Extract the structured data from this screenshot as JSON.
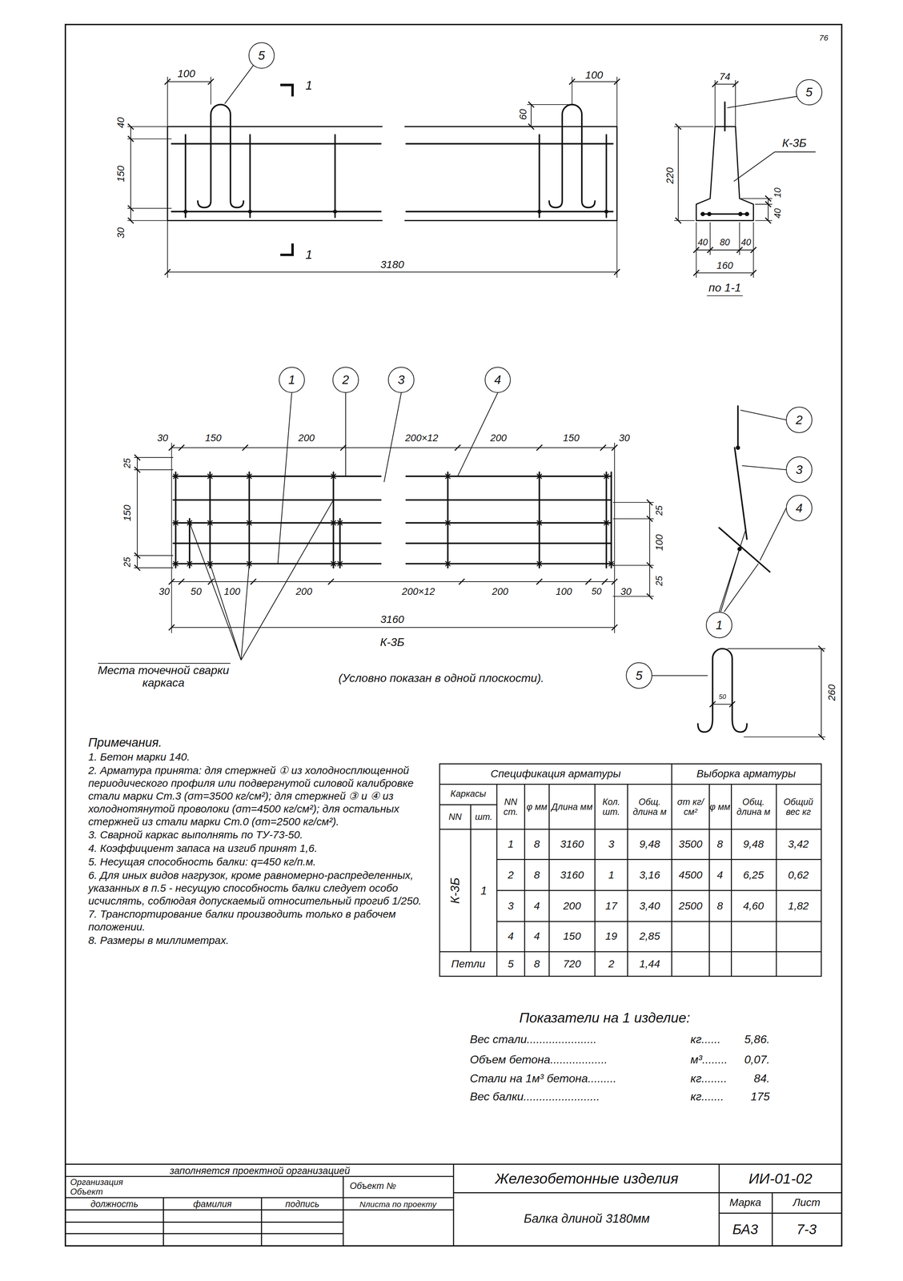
{
  "diagram": {
    "nodes": [
      {
        "text": [
          "5"
        ]
      },
      {
        "text": [
          "5"
        ]
      },
      {
        "text": [
          "1"
        ]
      },
      {
        "text": [
          "2"
        ]
      },
      {
        "text": [
          "3"
        ]
      },
      {
        "text": [
          "4"
        ]
      },
      {
        "text": [
          "2"
        ]
      },
      {
        "text": [
          "3"
        ]
      },
      {
        "text": [
          "4"
        ]
      },
      {
        "text": [
          "1"
        ]
      },
      {
        "text": [
          "5"
        ]
      }
    ],
    "labels": [
      "100",
      "1",
      "40",
      "150",
      "30",
      "1",
      "3180",
      "100",
      "60",
      "220",
      "74",
      "К-3Б",
      "10",
      "40",
      "40",
      "80",
      "40",
      "160",
      "по 1-1",
      "30",
      "150",
      "200",
      "200×12",
      "200",
      "150",
      "30",
      "25",
      "150",
      "25",
      "25",
      "100",
      "25",
      "30",
      "50",
      "100",
      "200",
      "200×12",
      "200",
      "100",
      "50",
      "30",
      "3160",
      "К-3Б",
      "Места точечной сварки каркаса",
      "(Условно показан в одной плоскости).",
      "260",
      "50",
      "Примечания.",
      "1. Бетон марки 140.",
      "2. Арматура принята: для стержней ① из холодносплющенной периодического профиля или подвергнутой силовой калибровке стали марки Ст.3 (σт=3500 кг/см²); для стержней ③ и ④ из холоднотянутой проволоки (σт=4500 кг/см²); для остальных стержней из стали марки Ст.0 (σт=2500 кг/см²).",
      "3. Сварной каркас выполнять по ТУ-73-50.",
      "4. Коэффициент запаса на изгиб принят 1,6.",
      "5. Несущая способность балки: q=450 кг/п.м.",
      "6. Для иных видов нагрузок, кроме равномерно-распределенных, указанных в п.5 - несущую способность балки следует особо исчислять, соблюдая допускаемый относительный прогиб 1/250.",
      "7. Транспортирование балки производить только в рабочем положении.",
      "8. Размеры в миллиметрах.",
      "Спецификация арматуры",
      "Выборка арматуры",
      "Каркасы",
      "NN",
      "шт.",
      "NN ст.",
      "φ мм",
      "Длина мм",
      "Кол. шт.",
      "Общ. длина м",
      "σт кг/см²",
      "φ мм",
      "Общ. длина м",
      "Общий вес кг",
      "К-3Б",
      "1",
      "1",
      "8",
      "3160",
      "3",
      "9,48",
      "3500",
      "8",
      "9,48",
      "3,42",
      "2",
      "8",
      "3160",
      "1",
      "3,16",
      "4500",
      "4",
      "6,25",
      "0,62",
      "3",
      "4",
      "200",
      "17",
      "3,40",
      "2500",
      "8",
      "4,60",
      "1,82",
      "4",
      "4",
      "150",
      "19",
      "2,85",
      "Петли",
      "5",
      "8",
      "720",
      "2",
      "1,44",
      "Показатели на 1 изделие:",
      "Вес стали......................",
      "кг......",
      "5,86.",
      "Объем бетона..................",
      "м³........",
      "0,07.",
      "Стали на 1м³ бетона.........",
      "кг........",
      "84.",
      "Вес балки........................",
      "кг.......",
      "175",
      "заполняется проектной организацией",
      "Организация",
      "Объект",
      "Объект №",
      "должность",
      "фамилия",
      "подпись",
      "Nлиста по проекту",
      "Железобетонные изделия",
      "ИИ-01-02",
      "Балка длиной 3180мм",
      "Марка",
      "Лист",
      "БА3",
      "7-3",
      "76"
    ]
  }
}
